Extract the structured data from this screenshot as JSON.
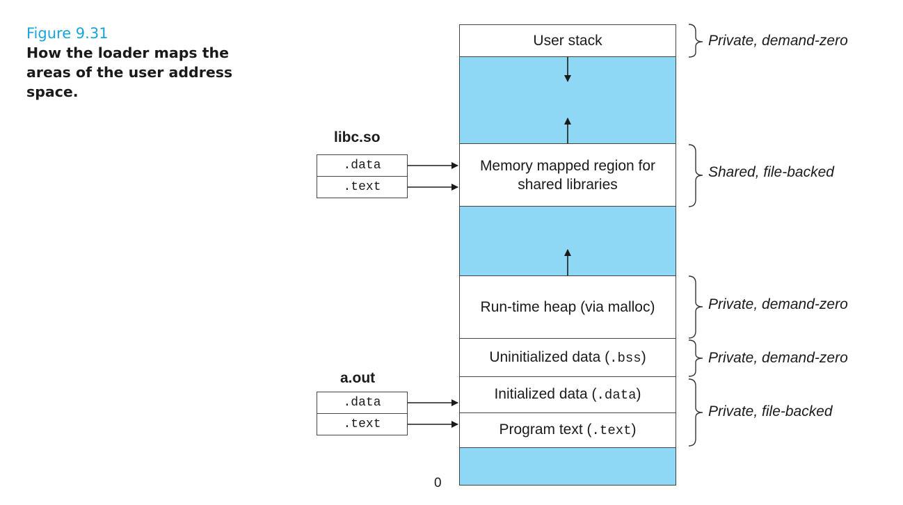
{
  "caption": {
    "figure_number": "Figure 9.31",
    "title": "How the loader maps the areas of the user address space."
  },
  "memory_blocks": [
    {
      "label": "User stack"
    },
    {
      "label": ""
    },
    {
      "label": "Memory mapped region for shared libraries"
    },
    {
      "label": ""
    },
    {
      "label": "Run-time heap (via malloc)"
    },
    {
      "label_prefix": "Uninitialized data (",
      "label_code": ".bss",
      "label_suffix": ")"
    },
    {
      "label_prefix": "Initialized data (",
      "label_code": ".data",
      "label_suffix": ")"
    },
    {
      "label_prefix": "Program text (",
      "label_code": ".text",
      "label_suffix": ")"
    },
    {
      "label": ""
    }
  ],
  "libraries": [
    {
      "name": "libc.so",
      "sections": [
        ".data",
        ".text"
      ]
    },
    {
      "name": "a.out",
      "sections": [
        ".data",
        ".text"
      ]
    }
  ],
  "annotations": [
    "Private, demand-zero",
    "Shared, file-backed",
    "Private, demand-zero",
    "Private, demand-zero",
    "Private, file-backed"
  ],
  "address_label": "0",
  "colors": {
    "gap_fill": "#8fd8f5",
    "caption_accent": "#1aa3d9"
  }
}
